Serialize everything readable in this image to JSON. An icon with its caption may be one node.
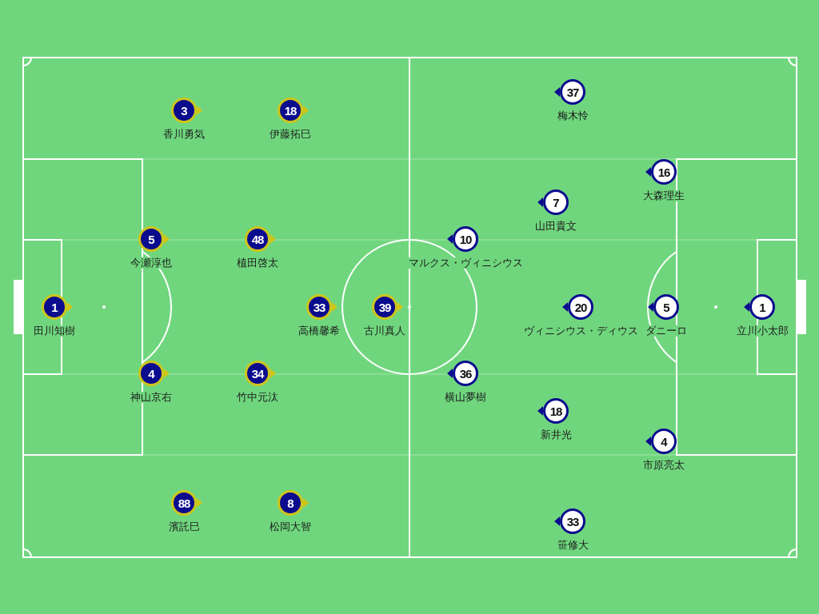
{
  "diagram": {
    "nodes": [
      {
        "text": [
          "1"
        ],
        "beside": [
          "田川知樹"
        ]
      },
      {
        "text": [
          "5"
        ],
        "beside": [
          "今瀬淳也"
        ]
      },
      {
        "text": [
          "4"
        ],
        "beside": [
          "神山京右"
        ]
      },
      {
        "text": [
          "3"
        ],
        "beside": [
          "香川勇気"
        ]
      },
      {
        "text": [
          "88"
        ],
        "beside": [
          "濱託巳"
        ]
      },
      {
        "text": [
          "48"
        ],
        "beside": [
          "植田啓太"
        ]
      },
      {
        "text": [
          "34"
        ],
        "beside": [
          "竹中元汰"
        ]
      },
      {
        "text": [
          "18"
        ],
        "beside": [
          "伊藤拓巳"
        ]
      },
      {
        "text": [
          "8"
        ],
        "beside": [
          "松岡大智"
        ]
      },
      {
        "text": [
          "33"
        ],
        "beside": [
          "高橋馨希"
        ]
      },
      {
        "text": [
          "39"
        ],
        "beside": [
          "古川真人"
        ]
      },
      {
        "text": [
          "10"
        ],
        "beside": [
          "マルクス・ヴィニシウス"
        ]
      },
      {
        "text": [
          "36"
        ],
        "beside": [
          "横山夢樹"
        ]
      },
      {
        "text": [
          "7"
        ],
        "beside": [
          "山田貴文"
        ]
      },
      {
        "text": [
          "18"
        ],
        "beside": [
          "新井光"
        ]
      },
      {
        "text": [
          "37"
        ],
        "beside": [
          "梅木怜"
        ]
      },
      {
        "text": [
          "33"
        ],
        "beside": [
          "笹修大"
        ]
      },
      {
        "text": [
          "20"
        ],
        "beside": [
          "ヴィニシウス・ディウス"
        ]
      },
      {
        "text": [
          "16"
        ],
        "beside": [
          "大森理生"
        ]
      },
      {
        "text": [
          "4"
        ],
        "beside": [
          "市原亮太"
        ]
      },
      {
        "text": [
          "5"
        ],
        "beside": [
          "ダニーロ"
        ]
      },
      {
        "text": [
          "1"
        ],
        "beside": [
          "立川小太郎"
        ]
      }
    ]
  }
}
